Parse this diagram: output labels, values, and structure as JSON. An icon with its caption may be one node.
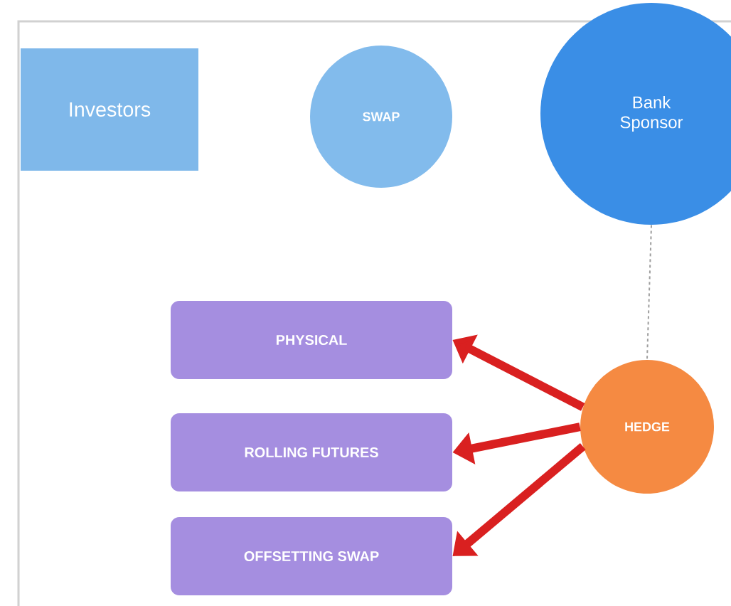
{
  "diagram": {
    "nodes": [
      {
        "text": [
          "Investors"
        ]
      },
      {
        "text": [
          "SWAP"
        ]
      },
      {
        "text": [
          "Bank Sponsor"
        ]
      },
      {
        "text": [
          "PHYSICAL"
        ]
      },
      {
        "text": [
          "ROLLING **FUTURES**"
        ]
      },
      {
        "text": [
          "OFFSETTING SWAP"
        ]
      },
      {
        "text": [
          "HEDGE"
        ]
      }
    ],
    "edges": [
      {
        "from": 2,
        "to": 6,
        "arrow": "none",
        "style": "dashed",
        "color": "#9e9e9e"
      },
      {
        "from": 6,
        "to": 3,
        "arrow": "to"
      },
      {
        "from": 6,
        "to": 4,
        "arrow": "to"
      },
      {
        "from": 6,
        "to": 5,
        "arrow": "to"
      }
    ]
  }
}
